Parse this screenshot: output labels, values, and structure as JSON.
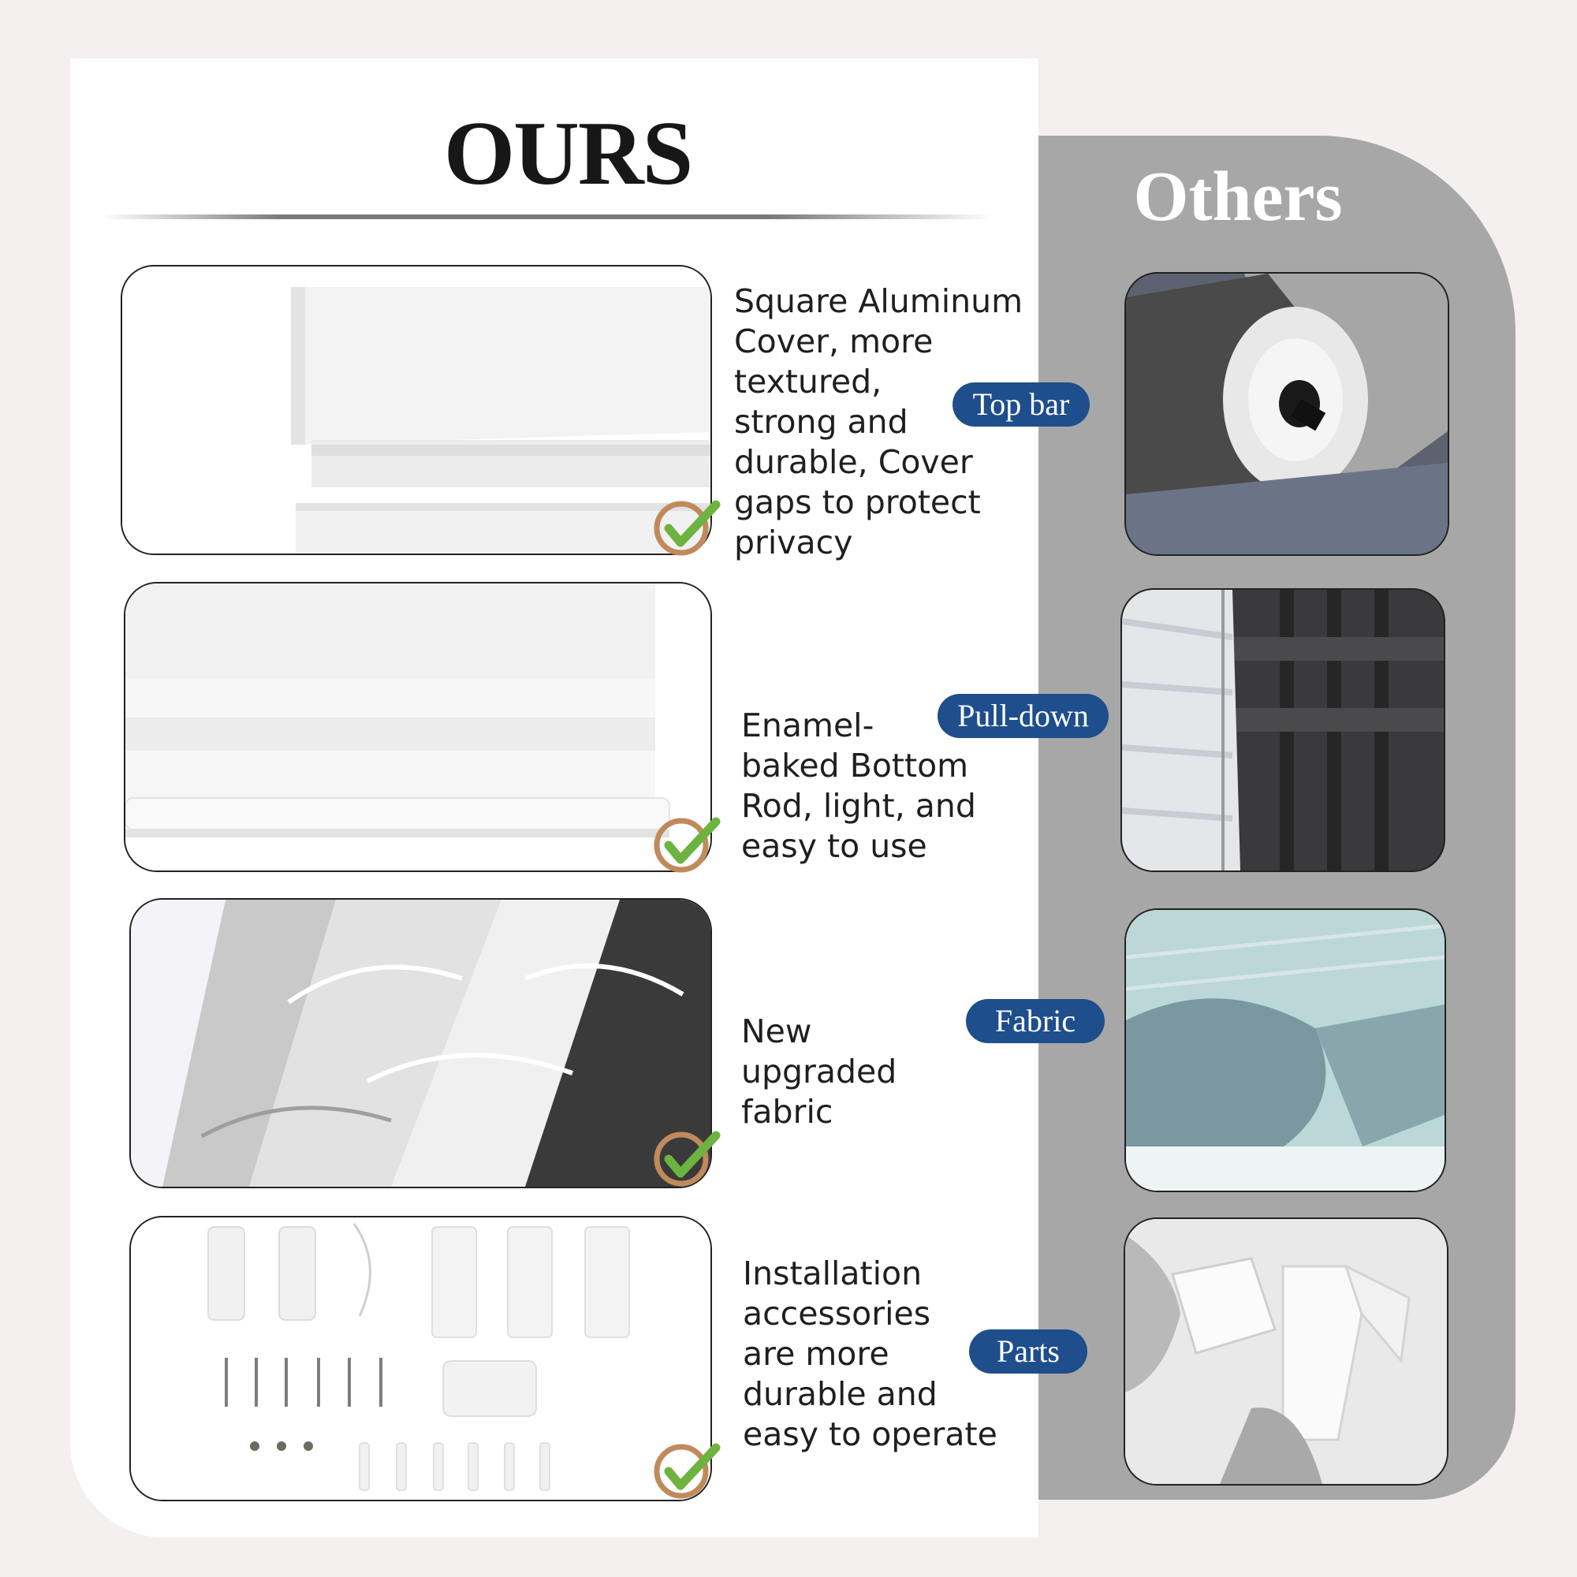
{
  "header": {
    "ours_title": "OURS",
    "others_title": "Others"
  },
  "features": [
    {
      "description": "Square Aluminum\nCover, more\ntextured,\nstrong and\ndurable, Cover\ngaps to protect\nprivacy",
      "tag": "Top bar"
    },
    {
      "description": "Enamel-\nbaked Bottom\nRod, light, and\neasy to use",
      "tag": "Pull-down"
    },
    {
      "description": "New\nupgraded\nfabric",
      "tag": "Fabric"
    },
    {
      "description": "Installation\naccessories\nare more\ndurable and\neasy to operate",
      "tag": "Parts"
    }
  ],
  "colors": {
    "tag_background": "#1e4e8c",
    "check_ring": "#c08a5b",
    "check_mark": "#6db33f",
    "others_panel": "#a7a7a7"
  }
}
